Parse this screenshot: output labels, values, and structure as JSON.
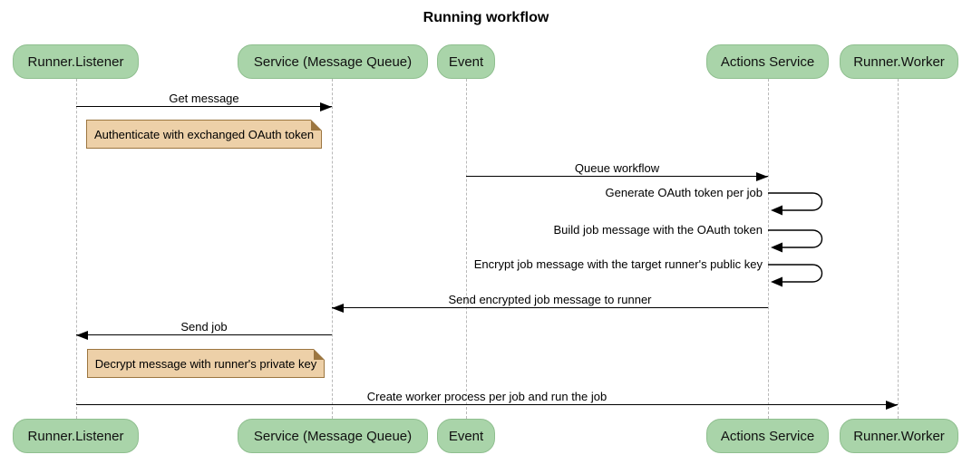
{
  "title": "Running workflow",
  "actors": [
    {
      "name": "Runner.Listener"
    },
    {
      "name": "Service (Message Queue)"
    },
    {
      "name": "Event"
    },
    {
      "name": "Actions Service"
    },
    {
      "name": "Runner.Worker"
    }
  ],
  "messages": [
    {
      "from": "Runner.Listener",
      "to": "Service (Message Queue)",
      "label": "Get message",
      "type": "arrow"
    },
    {
      "from": "Event",
      "to": "Actions Service",
      "label": "Queue workflow",
      "type": "arrow"
    },
    {
      "from": "Actions Service",
      "to": "Actions Service",
      "label": "Generate OAuth token per job",
      "type": "self"
    },
    {
      "from": "Actions Service",
      "to": "Actions Service",
      "label": "Build job message with the OAuth token",
      "type": "self"
    },
    {
      "from": "Actions Service",
      "to": "Actions Service",
      "label": "Encrypt job message with the target runner's public key",
      "type": "self"
    },
    {
      "from": "Actions Service",
      "to": "Service (Message Queue)",
      "label": "Send encrypted job message to runner",
      "type": "arrow"
    },
    {
      "from": "Service (Message Queue)",
      "to": "Runner.Listener",
      "label": "Send job",
      "type": "arrow"
    },
    {
      "from": "Runner.Listener",
      "to": "Runner.Worker",
      "label": "Create worker process per job and run the job",
      "type": "arrow"
    }
  ],
  "notes": [
    {
      "over": "Runner.Listener",
      "text": "Authenticate with exchanged OAuth token"
    },
    {
      "over": "Runner.Listener",
      "text": "Decrypt message with runner's private key"
    }
  ],
  "colors": {
    "actor-fill": "#a9d4a9",
    "actor-border": "#8fbf8f",
    "note-fill": "#edd0a8",
    "note-border": "#9c7640",
    "lifeline": "#b8b8b8",
    "line": "#000000",
    "bg": "#ffffff"
  }
}
